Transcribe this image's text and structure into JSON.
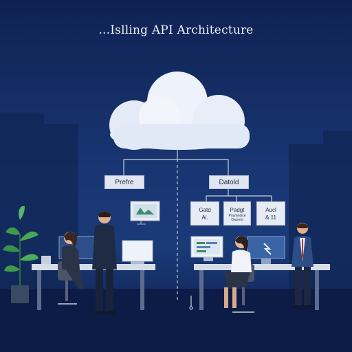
{
  "scene": {
    "title": "...Islling API Architecture"
  },
  "diagram": {
    "left_box": "Prefre",
    "right_box": "Datold",
    "sub_boxes": [
      {
        "line1": "Gatd",
        "line2": "Al."
      },
      {
        "line1": "Padgt",
        "line2": "Poumndice",
        "line3": "Dacrets"
      },
      {
        "line1": "Aucl",
        "line2": "& 11"
      }
    ]
  },
  "colors": {
    "background": "#13295c",
    "cloud": "#e7edf8",
    "label_box": "#dfe6f1",
    "desk": "#d7dde8"
  }
}
